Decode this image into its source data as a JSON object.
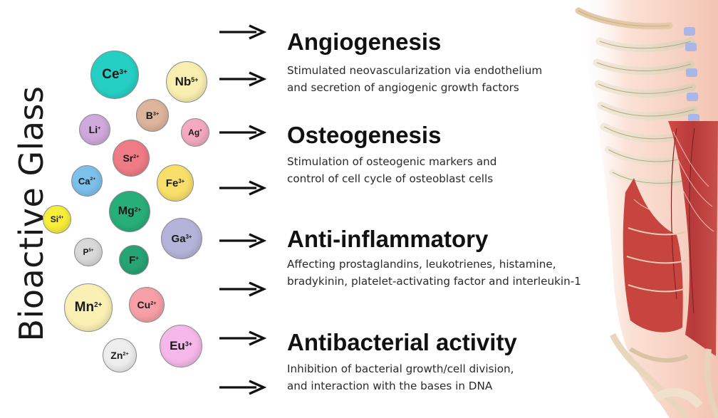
{
  "title": "Bioactive Glass",
  "ions": [
    {
      "symbol": "Ce",
      "charge": "3+",
      "color": "#26cfc3"
    },
    {
      "symbol": "Nb",
      "charge": "5+",
      "color": "#f8eeb0"
    },
    {
      "symbol": "B",
      "charge": "3+",
      "color": "#ddb49c"
    },
    {
      "symbol": "Li",
      "charge": "+",
      "color": "#cfa8dc"
    },
    {
      "symbol": "Ag",
      "charge": "+",
      "color": "#f5a9c0"
    },
    {
      "symbol": "Sr",
      "charge": "2+",
      "color": "#ee7b85"
    },
    {
      "symbol": "Ca",
      "charge": "2+",
      "color": "#7cc0ec"
    },
    {
      "symbol": "Fe",
      "charge": "3+",
      "color": "#f8df6a"
    },
    {
      "symbol": "Mg",
      "charge": "2+",
      "color": "#28ae79"
    },
    {
      "symbol": "Si",
      "charge": "4+",
      "color": "#f6ee3a"
    },
    {
      "symbol": "Ga",
      "charge": "3+",
      "color": "#b4b4da"
    },
    {
      "symbol": "P",
      "charge": "5+",
      "color": "#d9d9d9"
    },
    {
      "symbol": "F",
      "charge": "+",
      "color": "#27a374"
    },
    {
      "symbol": "Mn",
      "charge": "2+",
      "color": "#faf0b4"
    },
    {
      "symbol": "Cu",
      "charge": "2+",
      "color": "#f69fa6"
    },
    {
      "symbol": "Zn",
      "charge": "2+",
      "color": "#ededed"
    },
    {
      "symbol": "Eu",
      "charge": "3+",
      "color": "#f6b7ea"
    }
  ],
  "effects": [
    {
      "title": "Angiogenesis",
      "lines": [
        "Stimulated neovascularization via endothelium",
        "and secretion of angiogenic growth factors"
      ]
    },
    {
      "title": "Osteogenesis",
      "lines": [
        "Stimulation of osteogenic markers and",
        "control of cell cycle of osteoblast cells"
      ]
    },
    {
      "title": "Anti-inflammatory",
      "lines": [
        "Affecting prostaglandins, leukotrienes, histamine,",
        "bradykinin, platelet-activating factor and interleukin-1"
      ]
    },
    {
      "title": "Antibacterial activity",
      "lines": [
        "Inhibition of bacterial growth/cell division,",
        "and interaction with the bases in DNA"
      ]
    }
  ]
}
